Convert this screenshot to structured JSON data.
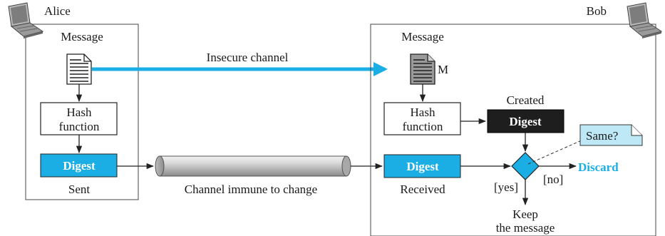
{
  "alice": {
    "name": "Alice",
    "message_label": "Message",
    "hash_line1": "Hash",
    "hash_line2": "function",
    "digest_label": "Digest",
    "sent_label": "Sent"
  },
  "bob": {
    "name": "Bob",
    "message_label": "Message",
    "message_symbol": "M",
    "hash_line1": "Hash",
    "hash_line2": "function",
    "created_label": "Created",
    "created_digest_label": "Digest",
    "received_digest_label": "Digest",
    "received_label": "Received"
  },
  "channels": {
    "insecure": "Insecure channel",
    "immune": "Channel immune to change"
  },
  "decision": {
    "callout": "Same?",
    "no_label": "[no]",
    "yes_label": "[yes]",
    "discard_label": "Discard",
    "keep_line1": "Keep",
    "keep_line2": "the message"
  },
  "colors": {
    "accent": "#1aaee5",
    "dark_box": "#1e1e1e",
    "stroke": "#333333"
  },
  "icons": {
    "laptop": "laptop-icon",
    "document": "document-icon"
  }
}
